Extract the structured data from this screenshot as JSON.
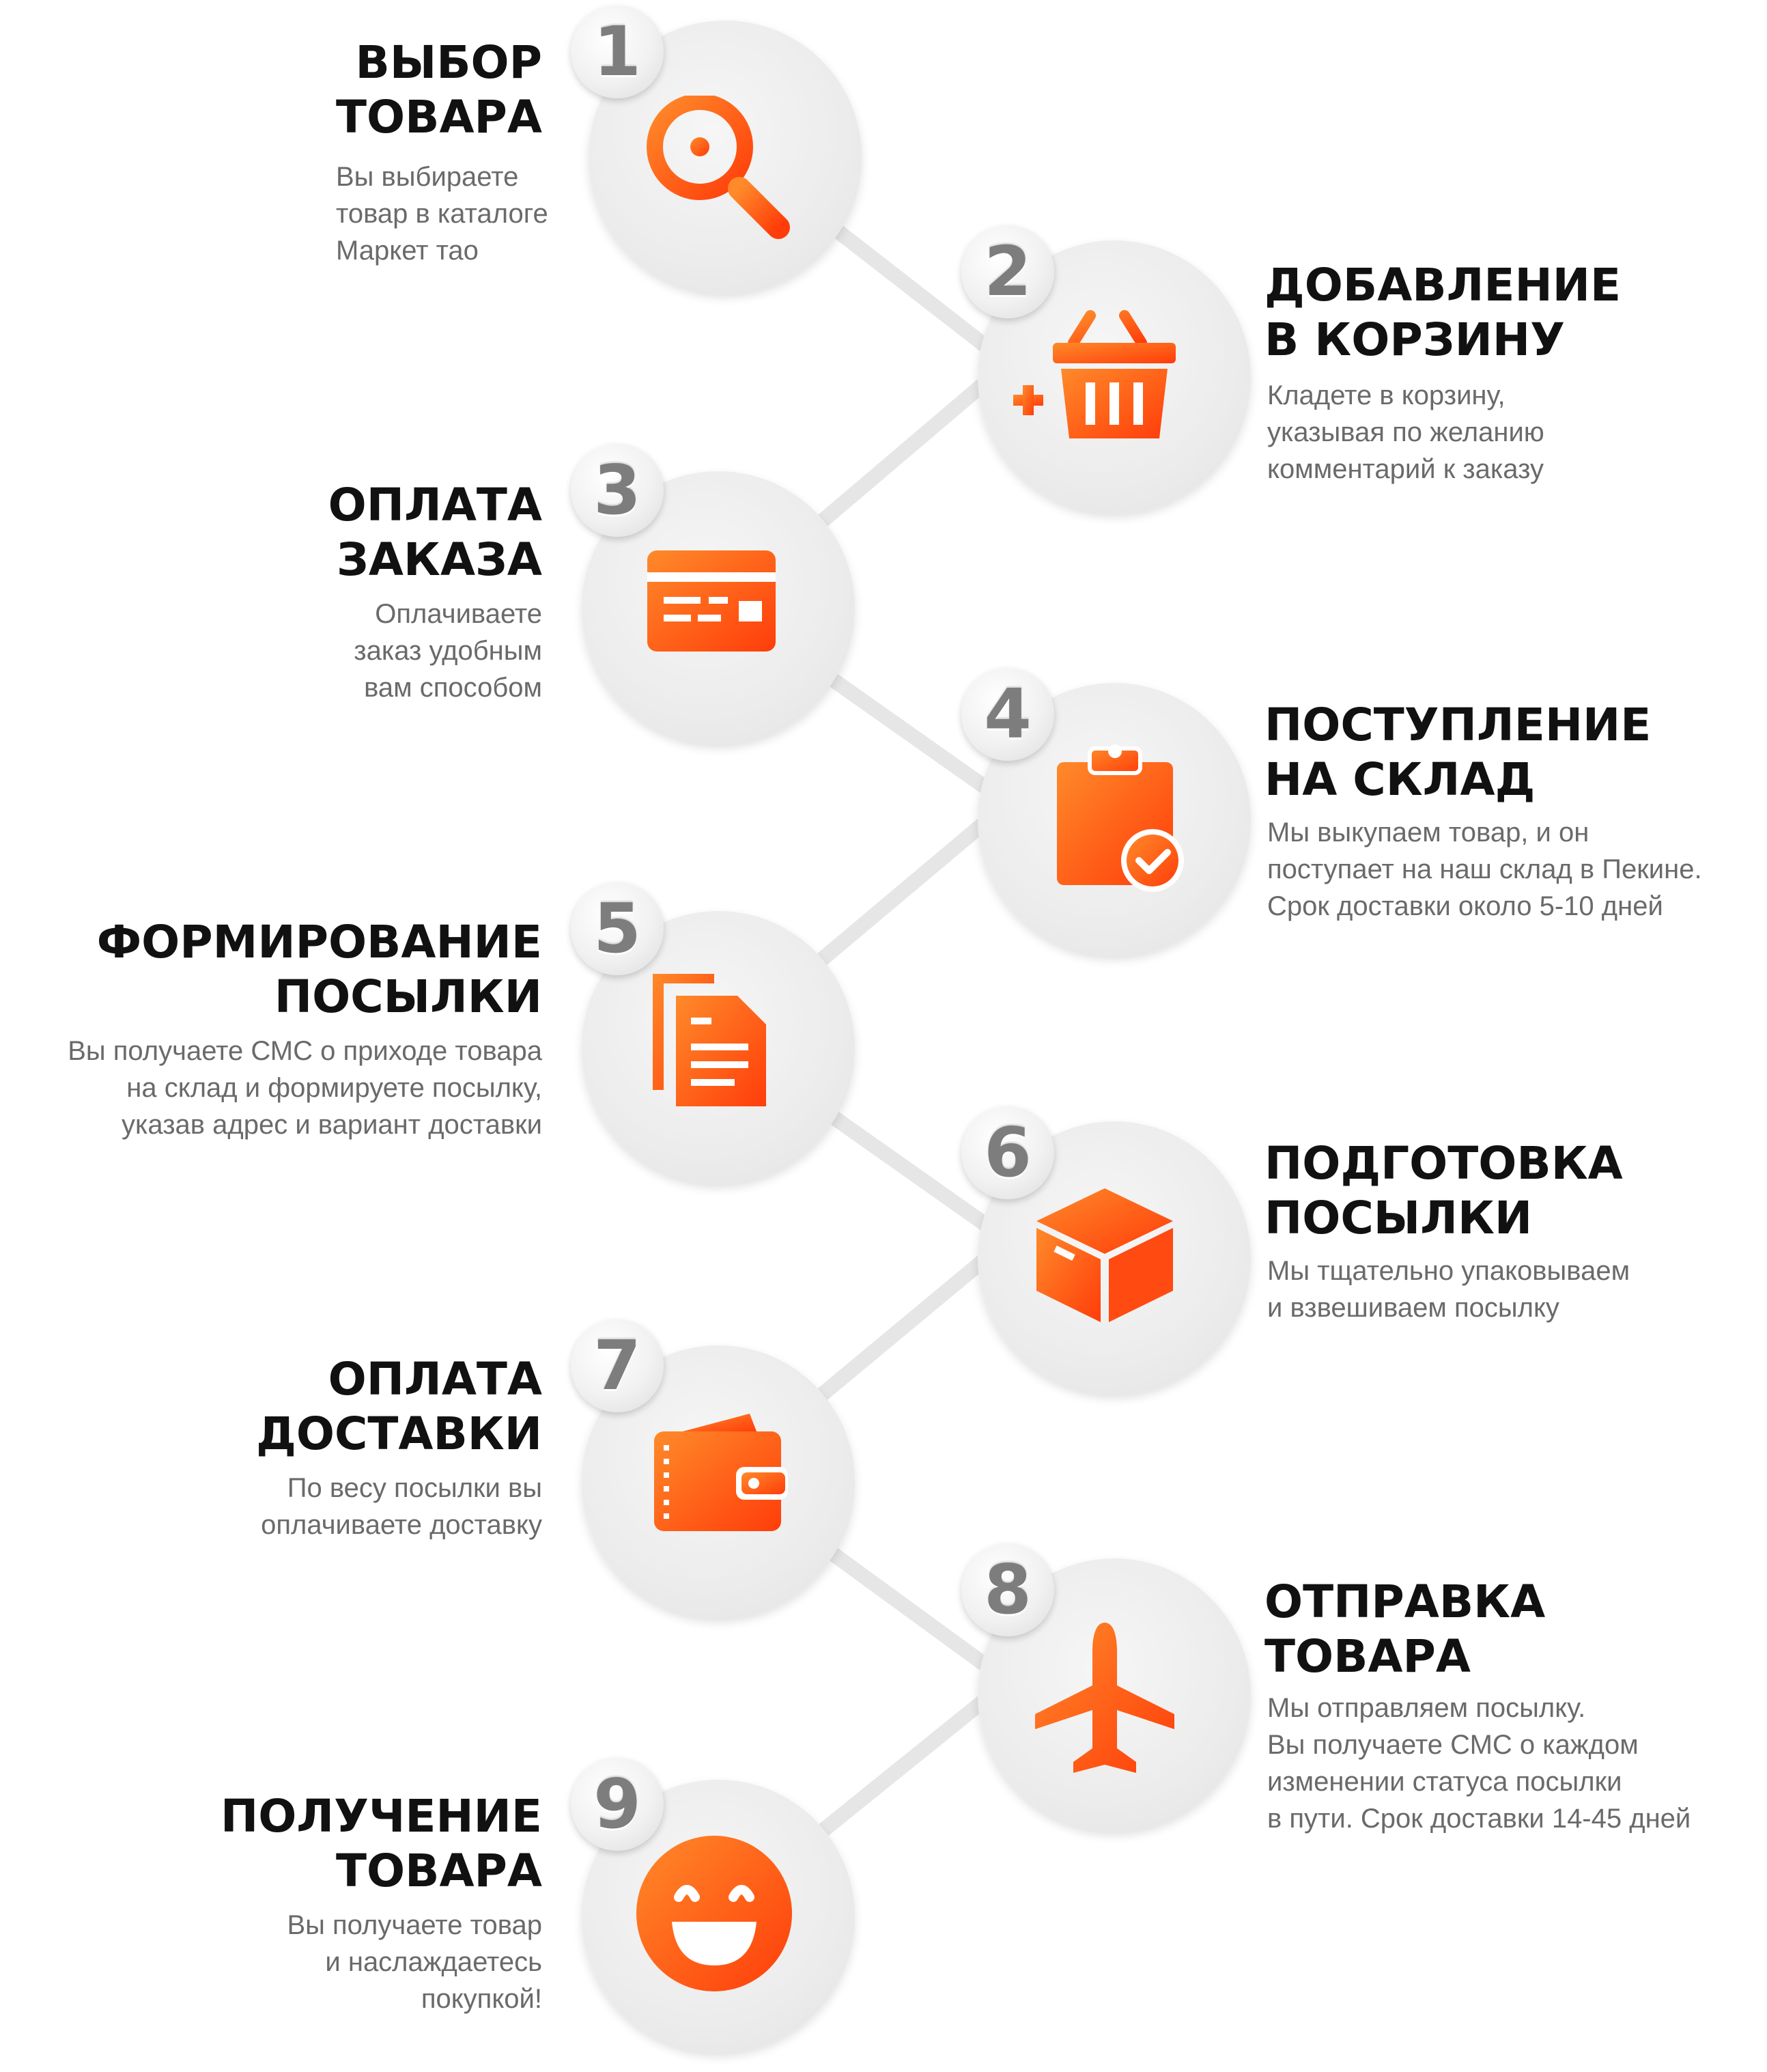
{
  "steps": [
    {
      "number": "1",
      "title_line1": "ВЫБОР",
      "title_line2": "ТОВАРА",
      "desc": [
        "Вы выбираете",
        "товар в каталоге",
        "Маркет тао"
      ],
      "icon": "magnifier-icon"
    },
    {
      "number": "2",
      "title_line1": "ДОБАВЛЕНИЕ",
      "title_line2": "В КОРЗИНУ",
      "desc": [
        "Кладете в корзину,",
        "указывая по желанию",
        "комментарий к заказу"
      ],
      "icon": "basket-add-icon"
    },
    {
      "number": "3",
      "title_line1": "ОПЛАТА",
      "title_line2": "ЗАКАЗА",
      "desc": [
        "Оплачиваете",
        "заказ удобным",
        "вам способом"
      ],
      "icon": "credit-card-icon"
    },
    {
      "number": "4",
      "title_line1": "ПОСТУПЛЕНИЕ",
      "title_line2": "НА СКЛАД",
      "desc": [
        "Мы выкупаем товар, и он",
        "поступает на наш склад в Пекине.",
        "Срок доставки около 5-10 дней"
      ],
      "icon": "clipboard-check-icon"
    },
    {
      "number": "5",
      "title_line1": "ФОРМИРОВАНИЕ",
      "title_line2": "ПОСЫЛКИ",
      "desc": [
        "Вы получаете СМС о приходе товара",
        "на склад и формируете посылку,",
        "указав адрес и вариант доставки"
      ],
      "icon": "documents-icon"
    },
    {
      "number": "6",
      "title_line1": "ПОДГОТОВКА",
      "title_line2": "ПОСЫЛКИ",
      "desc": [
        "Мы тщательно упаковываем",
        "и взвешиваем посылку"
      ],
      "icon": "box-icon"
    },
    {
      "number": "7",
      "title_line1": "ОПЛАТА",
      "title_line2": "ДОСТАВКИ",
      "desc": [
        "По весу посылки вы",
        "оплачиваете доставку"
      ],
      "icon": "wallet-icon"
    },
    {
      "number": "8",
      "title_line1": "ОТПРАВКА",
      "title_line2": "ТОВАРА",
      "desc": [
        "Мы отправляем посылку.",
        "Вы получаете СМС о каждом",
        "изменении статуса посылки",
        "в пути. Срок доставки 14-45 дней"
      ],
      "icon": "airplane-icon"
    },
    {
      "number": "9",
      "title_line1": "ПОЛУЧЕНИЕ",
      "title_line2": "ТОВАРА",
      "desc": [
        "Вы получаете товар",
        "и наслаждаетесь",
        "покупкой!"
      ],
      "icon": "smiley-icon"
    }
  ],
  "colors": {
    "accent": "#ff4e12",
    "accent_light": "#ff8a2a",
    "title": "#111111",
    "desc": "#6a6a6a",
    "connector": "#e4e4e4"
  }
}
